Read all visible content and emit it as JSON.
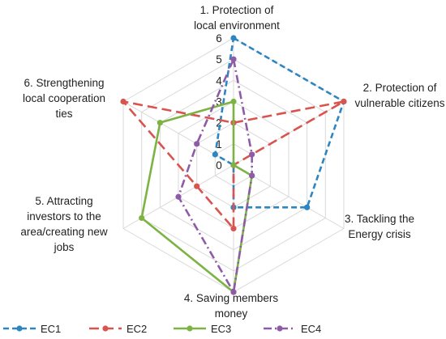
{
  "chart_data": {
    "type": "radar",
    "categories": [
      "1. Protection of local environment",
      "2. Protection of vulnerable citizens",
      "3. Tackling the Energy crisis",
      "4. Saving members money",
      "5. Attracting investors to the area/creating new jobs",
      "6. Strengthening local cooperation ties"
    ],
    "category_lines": [
      [
        "1. Protection of",
        "local environment"
      ],
      [
        "2. Protection of",
        "vulnerable citizens"
      ],
      [
        "3. Tackling the",
        "Energy crisis"
      ],
      [
        "4. Saving members",
        "money"
      ],
      [
        "5. Attracting",
        "investors to the",
        "area/creating new",
        "jobs"
      ],
      [
        "6. Strengthening",
        "local cooperation",
        "ties"
      ]
    ],
    "ticks": [
      "0",
      "1",
      "2",
      "3",
      "4",
      "5",
      "6"
    ],
    "rmin": 0,
    "rmax": 6,
    "series": [
      {
        "name": "EC1",
        "values": [
          6,
          6,
          4,
          2,
          0,
          1
        ],
        "color": "#2E86C1",
        "dash": "dashed"
      },
      {
        "name": "EC2",
        "values": [
          2,
          6,
          0,
          3,
          2,
          6
        ],
        "color": "#D9534F",
        "dash": "longdash"
      },
      {
        "name": "EC3",
        "values": [
          3,
          0,
          1,
          6,
          5,
          4
        ],
        "color": "#7DB343",
        "dash": "solid"
      },
      {
        "name": "EC4",
        "values": [
          5,
          1,
          1,
          6,
          3,
          2
        ],
        "color": "#8E5BA6",
        "dash": "dashdot"
      }
    ],
    "grid": true,
    "legend": "bottom"
  }
}
